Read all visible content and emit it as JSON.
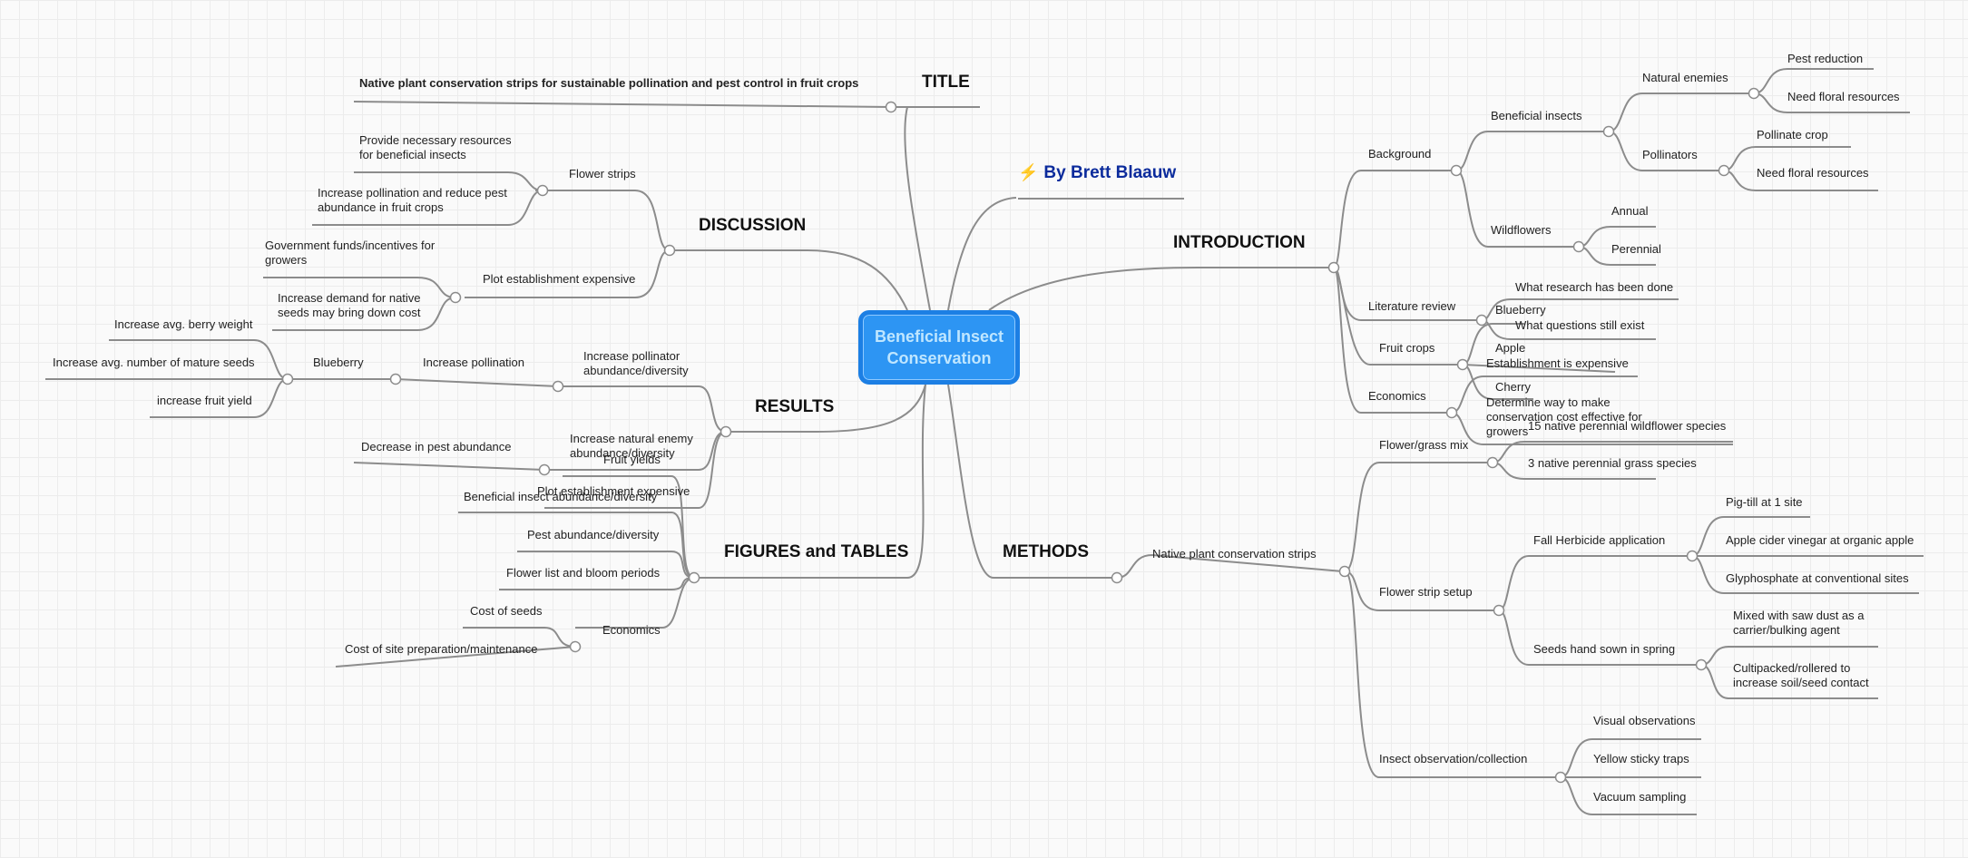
{
  "root": {
    "line1": "Beneficial Insect",
    "line2": "Conservation"
  },
  "author": {
    "icon": "lightning-bolt-icon",
    "text": "By Brett Blaauw"
  },
  "colors": {
    "root_fill": "#2d95f3",
    "root_border": "#1c7fe4",
    "author_text": "#0b2b9c",
    "line": "#8c8c8c",
    "bolt": "#f4b400"
  },
  "title": {
    "heading": "TITLE",
    "text": "Native plant conservation strips for sustainable pollination and pest control in fruit crops"
  },
  "discussion": {
    "heading": "DISCUSSION",
    "flower_strips": "Flower strips",
    "provide_resources": "Provide necessary resources for beneficial insects",
    "increase_pollination_reduce_pest": "Increase pollination and reduce pest abundance in fruit crops",
    "plot_establishment": "Plot establishment expensive",
    "gov_funds": "Government funds/incentives for growers",
    "increase_demand": "Increase demand for native seeds may bring down cost"
  },
  "results": {
    "heading": "RESULTS",
    "increase_pollinator": "Increase pollinator abundance/diversity",
    "increase_pollination": "Increase pollination",
    "blueberry": "Blueberry",
    "berry_weight": "Increase avg. berry weight",
    "mature_seeds": "Increase avg. number of mature seeds",
    "fruit_yield": "increase fruit yield",
    "increase_natural_enemy": "Increase natural enemy abundance/diversity",
    "decrease_pest": "Decrease in pest abundance",
    "plot_establishment": "Plot establishment expensive"
  },
  "figures": {
    "heading": "FIGURES and TABLES",
    "fruit_yields": "Fruit yields",
    "beneficial_insect": "Beneficial insect abundance/diversity",
    "pest_abundance": "Pest abundance/diversity",
    "flower_list": "Flower list and bloom periods",
    "economics": "Economics",
    "cost_seeds": "Cost of seeds",
    "cost_site": "Cost of site preparation/maintenance"
  },
  "introduction": {
    "heading": "INTRODUCTION",
    "background": "Background",
    "beneficial_insects": "Beneficial insects",
    "natural_enemies": "Natural enemies",
    "pest_reduction": "Pest reduction",
    "need_floral_1": "Need floral resources",
    "pollinators": "Pollinators",
    "pollinate_crop": "Pollinate crop",
    "need_floral_2": "Need floral resources",
    "wildflowers": "Wildflowers",
    "annual": "Annual",
    "perennial": "Perennial",
    "literature_review": "Literature review",
    "what_research": "What research has been done",
    "what_questions": "What questions still exist",
    "fruit_crops": "Fruit crops",
    "blueberry": "Blueberry",
    "apple": "Apple",
    "cherry": "Cherry",
    "economics": "Economics",
    "establishment_expensive": "Establishment is expensive",
    "determine_way": "Determine way to make conservation cost effective for growers"
  },
  "methods": {
    "heading": "METHODS",
    "native_strips": "Native plant conservation strips",
    "flower_grass_mix": "Flower/grass mix",
    "wildflower_species": "15 native perennial wildflower species",
    "grass_species": "3 native perennial grass species",
    "flower_strip_setup": "Flower strip setup",
    "fall_herbicide": "Fall Herbicide application",
    "pig_till": "Pig-till at  1 site",
    "apple_cider": "Apple cider vinegar at organic apple",
    "glyphosphate": "Glyphosphate at conventional sites",
    "seeds_hand_sown": "Seeds hand sown in spring",
    "mixed_saw_dust": "Mixed with saw dust as a carrier/bulking agent",
    "cultipacked": "Cultipacked/rollered to increase soil/seed contact",
    "insect_observation": "Insect observation/collection",
    "visual": "Visual observations",
    "yellow_sticky": "Yellow sticky traps",
    "vacuum": "Vacuum sampling"
  }
}
